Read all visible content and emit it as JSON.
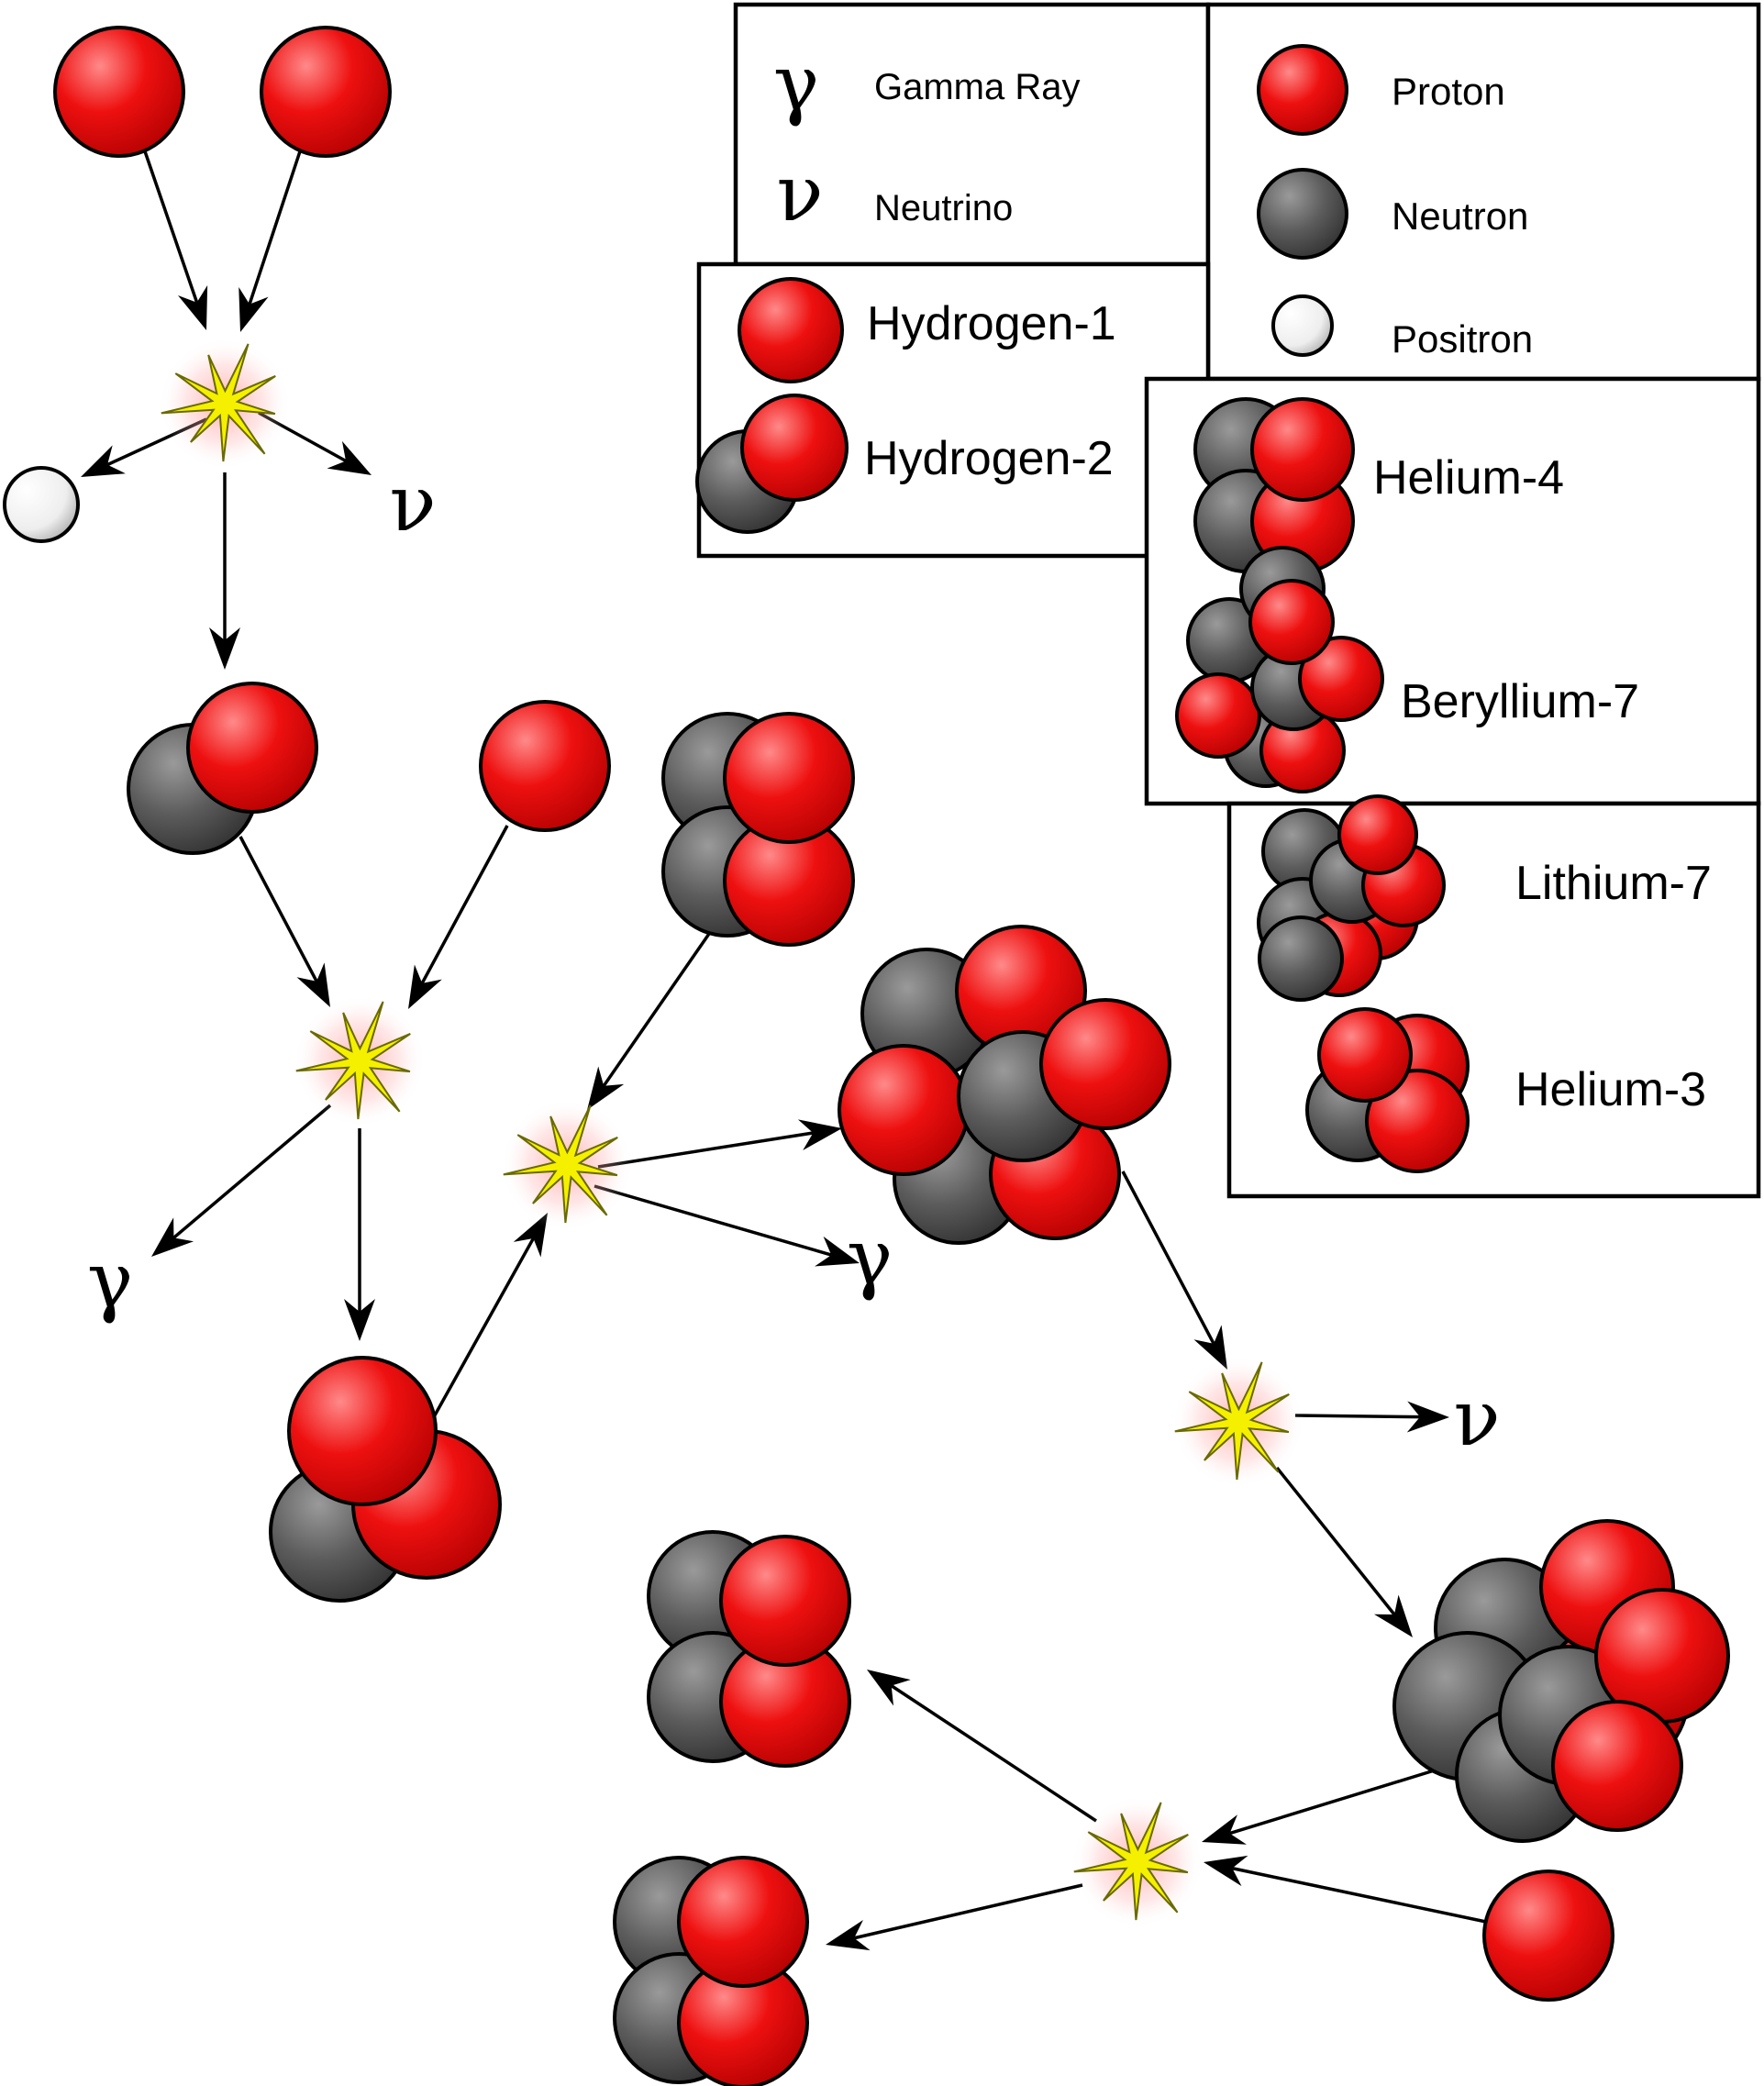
{
  "legend": {
    "symbols": [
      {
        "symbol": "γ",
        "label": "Gamma Ray"
      },
      {
        "symbol": "ν",
        "label": "Neutrino"
      }
    ],
    "particles": [
      {
        "kind": "proton",
        "label": "Proton"
      },
      {
        "kind": "neutron",
        "label": "Neutron"
      },
      {
        "kind": "positron",
        "label": "Positron"
      }
    ],
    "nuclei": [
      {
        "label": "Hydrogen-1"
      },
      {
        "label": "Hydrogen-2"
      },
      {
        "label": "Helium-4"
      },
      {
        "label": "Beryllium-7"
      },
      {
        "label": "Lithium-7"
      },
      {
        "label": "Helium-3"
      }
    ]
  },
  "emitted": {
    "gamma": "γ",
    "neutrino": "ν"
  },
  "colors": {
    "proton": "#e8000a",
    "neutron": "#555555",
    "positron": "#f4f4f4",
    "flash": "#f5f000",
    "glow": "#ff9a9a"
  }
}
